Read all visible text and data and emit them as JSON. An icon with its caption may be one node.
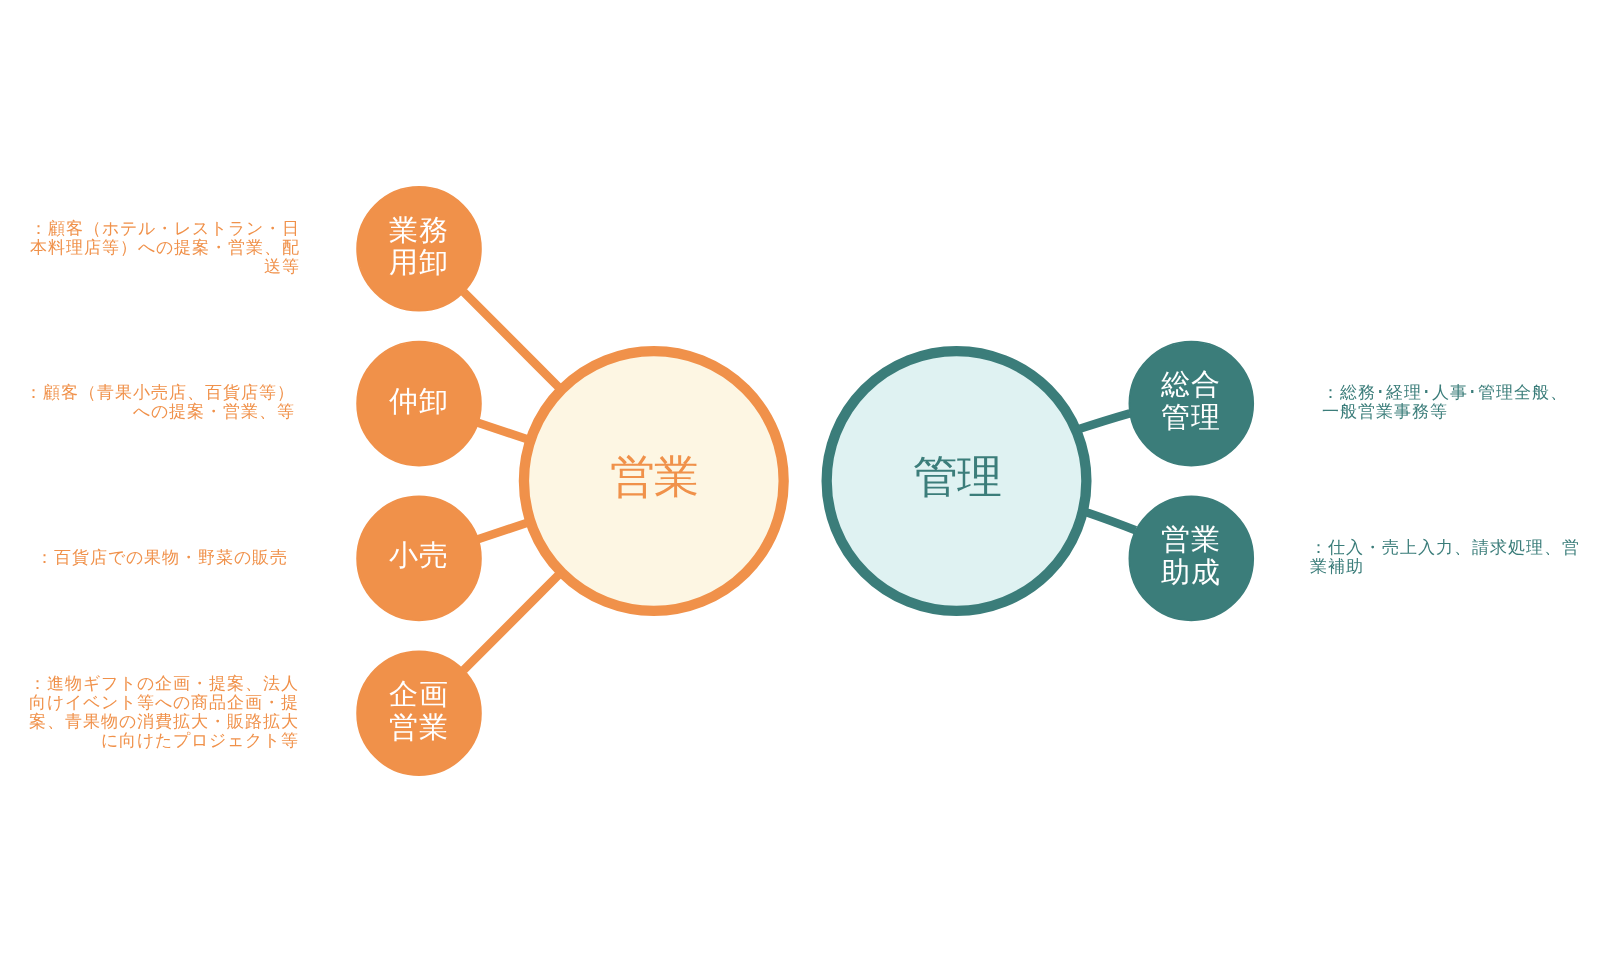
{
  "diagram": {
    "nodes": [
      {
        "text": [
          "営業"
        ]
      },
      {
        "text": [
          "管理"
        ]
      },
      {
        "text": [
          "業務用卸"
        ],
        "beside": [
          "：顧客（ホテル・レストラン・日本料理店等）への提案・営業、配送等"
        ]
      },
      {
        "text": [
          "仲卸"
        ],
        "beside": [
          "：顧客（青果小売店、百貨店等）への提案・営業、等"
        ]
      },
      {
        "text": [
          "小売"
        ],
        "beside": [
          "：百貨店での果物・野菜の販売"
        ]
      },
      {
        "text": [
          "企画営業"
        ],
        "beside": [
          "：進物ギフトの企画・提案、法人向けイベント等への商品企画・提案、青果物の消費拡大・販路拡大に向けたプロジェクト等"
        ]
      },
      {
        "text": [
          "総合管理"
        ],
        "beside": [
          "：総務･経理･人事･管理全般、一般営業事務等"
        ]
      },
      {
        "text": [
          "営業助成"
        ],
        "beside": [
          "：仕入・売上入力、請求処理、営業補助"
        ]
      }
    ],
    "edges": [
      {
        "from": 2,
        "to": 0,
        "arrow": "none"
      },
      {
        "from": 3,
        "to": 0,
        "arrow": "none"
      },
      {
        "from": 4,
        "to": 0,
        "arrow": "none"
      },
      {
        "from": 5,
        "to": 0,
        "arrow": "none"
      },
      {
        "from": 6,
        "to": 1,
        "arrow": "none",
        "color": "#3b7d7a"
      },
      {
        "from": 7,
        "to": 1,
        "arrow": "none",
        "color": "#3b7d7a"
      }
    ]
  }
}
